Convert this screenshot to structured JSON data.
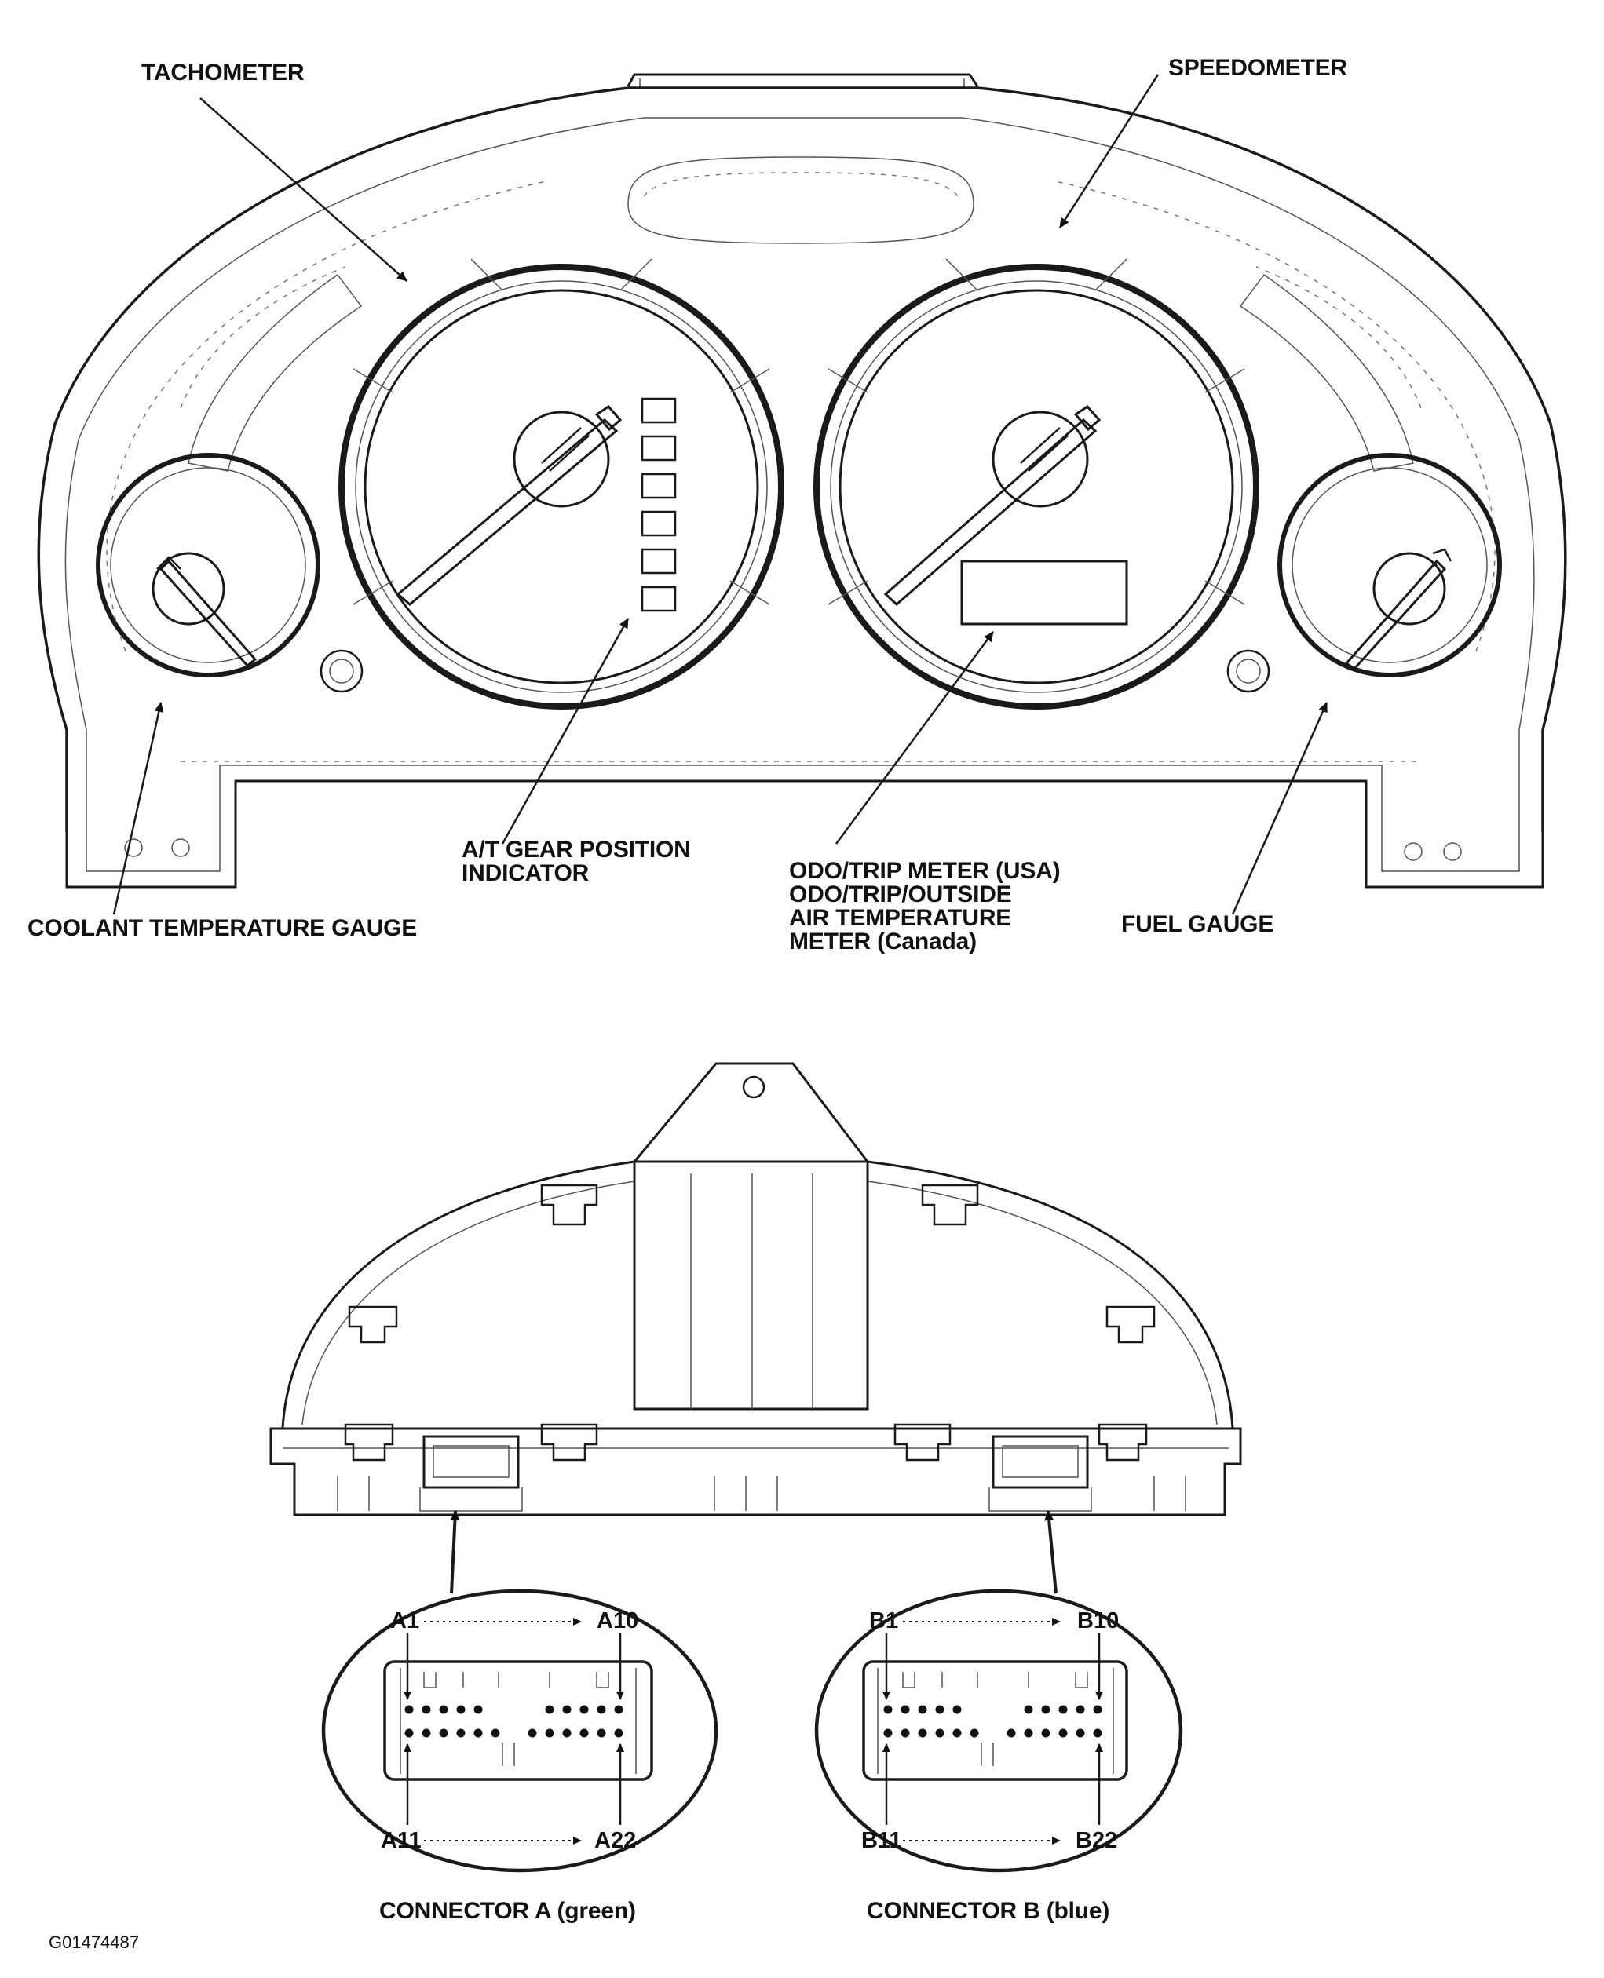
{
  "callouts": {
    "tachometer": "TACHOMETER",
    "speedometer": "SPEEDOMETER",
    "coolant_gauge": "COOLANT TEMPERATURE GAUGE",
    "gear_indicator": [
      "A/T GEAR POSITION",
      "INDICATOR"
    ],
    "odo_meter": [
      "ODO/TRIP METER (USA)",
      "ODO/TRIP/OUTSIDE",
      "AIR TEMPERATURE",
      "METER (Canada)"
    ],
    "fuel_gauge": "FUEL GAUGE"
  },
  "connectors": [
    {
      "label": "CONNECTOR A (green)",
      "pin_top_left": "A1",
      "pin_top_right": "A10",
      "pin_bottom_left": "A11",
      "pin_bottom_right": "A22"
    },
    {
      "label": "CONNECTOR B (blue)",
      "pin_top_left": "B1",
      "pin_top_right": "B10",
      "pin_bottom_left": "B11",
      "pin_bottom_right": "B22"
    }
  ],
  "figure_id": "G01474487"
}
